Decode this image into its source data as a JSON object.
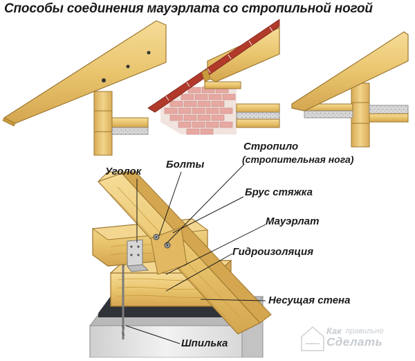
{
  "title": "Способы соединения  мауэрлата со стропильной ногой",
  "labels": {
    "stropilo": "Стропило",
    "stropilo_sub": "(стропительная нога)",
    "ugolok": "Уголок",
    "bolty": "Болты",
    "brus": "Брус стяжка",
    "mauerlat": "Мауэрлат",
    "gidro": "Гидроизоляция",
    "stena": "Несущая стена",
    "shpilka": "Шпилька"
  },
  "watermark": {
    "kak": "Как",
    "pravilno": "правильно",
    "sdelat": "Сделать"
  },
  "colors": {
    "wood": "#e9c56e",
    "wood_dark": "#c99a3c",
    "wood_light": "#f5dc97",
    "brick": "#e7a8a2",
    "mortar": "#f4e9e4",
    "concrete": "#e6e6e6",
    "tile": "#b13a2b",
    "membrane": "#2f3338",
    "metal": "#c9c9c9"
  }
}
